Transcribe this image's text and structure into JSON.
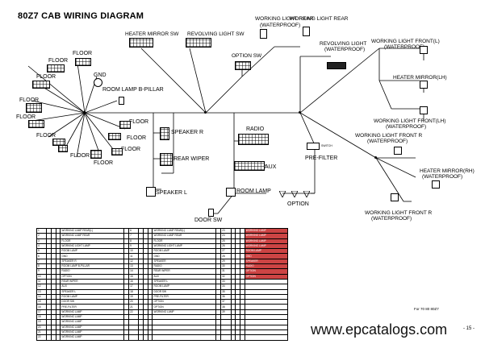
{
  "header": {
    "title": "80Z7 CAB WIRING DIAGRAM"
  },
  "components": {
    "heater_mirror_sw": "HEATER MIRROR SW",
    "revolving_light_sw": "REVOLVING LIGHT SW",
    "working_light_rear_1": "WORKING LIGHT REAR",
    "working_light_rear_1_sub": "(WATERPROOF)",
    "working_light_rear_2": "WORKING LIGHT REAR",
    "revolving_light": "REVOLVING LIGHT",
    "revolving_light_sub": "(WATERPROOF)",
    "working_light_front_l": "WORKING LIGHT FRONT(L)",
    "working_light_front_l_sub": "(WATERPROOF)",
    "heater_mirror_lh": "HEATER MIRROR(LH)",
    "working_light_front_lh": "WORKING LIGHT FRONT(LH)",
    "working_light_front_lh_sub": "(WATERPROOF)",
    "working_light_front_r": "WORKING LIGHT FRONT R",
    "working_light_front_r_sub": "(WATERPROOF)",
    "heater_mirror_rh": "HEATER MIRROR(RH)",
    "heater_mirror_rh_sub": "(WATERPROOF)",
    "working_light_front_r2": "WORKING LIGHT FRONT R",
    "working_light_front_r2_sub": "(WATERPROOF)",
    "option_sw": "OPTION SW",
    "room_lamp_bpillar": "ROOM LAMP B-PILLAR",
    "gnd": "GND",
    "floor": "FLOOR",
    "speaker_r": "SPEAKER R",
    "radio": "RADIO",
    "rear_wiper": "REAR WIPER",
    "aux": "AUX",
    "room_lamp": "ROOM LAMP",
    "speaker_l": "SPEAKER L",
    "door_sw": "DOOR SW",
    "pre_filter": "PRE-FILTER",
    "option": "OPTION",
    "pre_filter_switch": "SWITCH"
  },
  "table": {
    "rows": [
      [
        "1",
        "",
        "",
        "",
        "WORKING LAMP REAR(L)",
        "",
        "6",
        "",
        "",
        "",
        "WORKING LAMP REAR(L)",
        "",
        "23",
        "",
        "",
        "",
        "WORKING LAMP"
      ],
      [
        "2",
        "",
        "",
        "",
        "WORKING LAMP REAR",
        "",
        "7",
        "",
        "",
        "",
        "WORKING LAMP REAR",
        "",
        "24",
        "",
        "",
        "",
        "WORKING LAMP"
      ],
      [
        "3",
        "",
        "",
        "",
        "FLOOR",
        "",
        "8",
        "",
        "",
        "",
        "FLOOR",
        "",
        "25",
        "",
        "",
        "",
        "WORKING LAMP"
      ],
      [
        "4",
        "",
        "",
        "",
        "WORKING LIGHT LAMP",
        "",
        "9",
        "",
        "",
        "",
        "WORKING LIGHT LAMP",
        "",
        "26",
        "",
        "",
        "",
        "WORKING LAMP"
      ],
      [
        "5",
        "",
        "",
        "",
        "ROOM LAMP",
        "",
        "10",
        "",
        "",
        "",
        "ROOM LAMP",
        "",
        "27",
        "",
        "",
        "",
        "ROOM LAMP"
      ],
      [
        "6",
        "",
        "",
        "",
        "GND",
        "",
        "11",
        "",
        "",
        "",
        "GND",
        "",
        "28",
        "",
        "",
        "",
        "GND"
      ],
      [
        "7",
        "",
        "",
        "",
        "SPEAKER R",
        "",
        "12",
        "",
        "",
        "",
        "SPEAKER",
        "",
        "29",
        "",
        "",
        "",
        "SPEAKER"
      ],
      [
        "8",
        "",
        "",
        "",
        "ROOM LAMP B-PILLAR",
        "",
        "13",
        "",
        "",
        "",
        "RADIO",
        "",
        "30",
        "",
        "",
        "",
        "RADIO"
      ],
      [
        "9",
        "",
        "",
        "",
        "RADIO",
        "",
        "14",
        "",
        "",
        "",
        "REAR WIPER",
        "",
        "31",
        "",
        "",
        "",
        "OPTION"
      ],
      [
        "10",
        "",
        "",
        "",
        "OPTION",
        "",
        "15",
        "",
        "",
        "",
        "AUX",
        "",
        "32",
        "",
        "",
        "",
        "OPTION"
      ],
      [
        "11",
        "",
        "",
        "",
        "REAR WIPER",
        "",
        "16",
        "",
        "",
        "",
        "SPEAKER L",
        "",
        "33",
        "",
        "",
        "",
        ""
      ],
      [
        "12",
        "",
        "",
        "",
        "AUX",
        "",
        "17",
        "",
        "",
        "",
        "ROOM LAMP",
        "",
        "34",
        "",
        "",
        "",
        ""
      ],
      [
        "13",
        "",
        "",
        "",
        "SPEAKER L",
        "",
        "18",
        "",
        "",
        "",
        "DOOR SW",
        "",
        "35",
        "",
        "",
        "",
        ""
      ],
      [
        "14",
        "",
        "",
        "",
        "ROOM LAMP",
        "",
        "19",
        "",
        "",
        "",
        "PRE-FILTER",
        "",
        "36",
        "",
        "",
        "",
        ""
      ],
      [
        "15",
        "",
        "",
        "",
        "DOOR SW",
        "",
        "20",
        "",
        "",
        "",
        "OPTION",
        "",
        "37",
        "",
        "",
        "",
        ""
      ],
      [
        "16",
        "",
        "",
        "",
        "PRE-FILTER",
        "",
        "21",
        "",
        "",
        "",
        "OPTION",
        "",
        "38",
        "",
        "",
        "",
        ""
      ],
      [
        "17",
        "",
        "",
        "",
        "WORKING LAMP",
        "",
        "22",
        "",
        "",
        "",
        "WORKING LAMP",
        "",
        "39",
        "",
        "",
        "",
        ""
      ],
      [
        "18",
        "",
        "",
        "",
        "WORKING LAMP",
        "",
        "",
        "",
        "",
        "",
        "",
        "",
        "",
        "",
        "",
        "",
        ""
      ],
      [
        "19",
        "",
        "",
        "",
        "WORKING LAMP",
        "",
        "",
        "",
        "",
        "",
        "",
        "",
        "",
        "",
        "",
        "",
        ""
      ],
      [
        "20",
        "",
        "",
        "",
        "WORKING LAMP",
        "",
        "",
        "",
        "",
        "",
        "",
        "",
        "",
        "",
        "",
        "",
        ""
      ],
      [
        "21",
        "",
        "",
        "",
        "WORKING LAMP",
        "",
        "",
        "",
        "",
        "",
        "",
        "",
        "",
        "",
        "",
        "",
        ""
      ],
      [
        "22",
        "",
        "",
        "",
        "WORKING LAMP",
        "",
        "",
        "",
        "",
        "",
        "",
        "",
        "",
        "",
        "",
        "",
        ""
      ]
    ]
  },
  "footer": {
    "model_note": "For 70 80 80Z7",
    "watermark": "www.epcatalogs.com",
    "page": "- 15 -"
  },
  "colors": {
    "wire": "#000000",
    "connector_fill": "#ffffff",
    "highlight": "#cc4444"
  }
}
